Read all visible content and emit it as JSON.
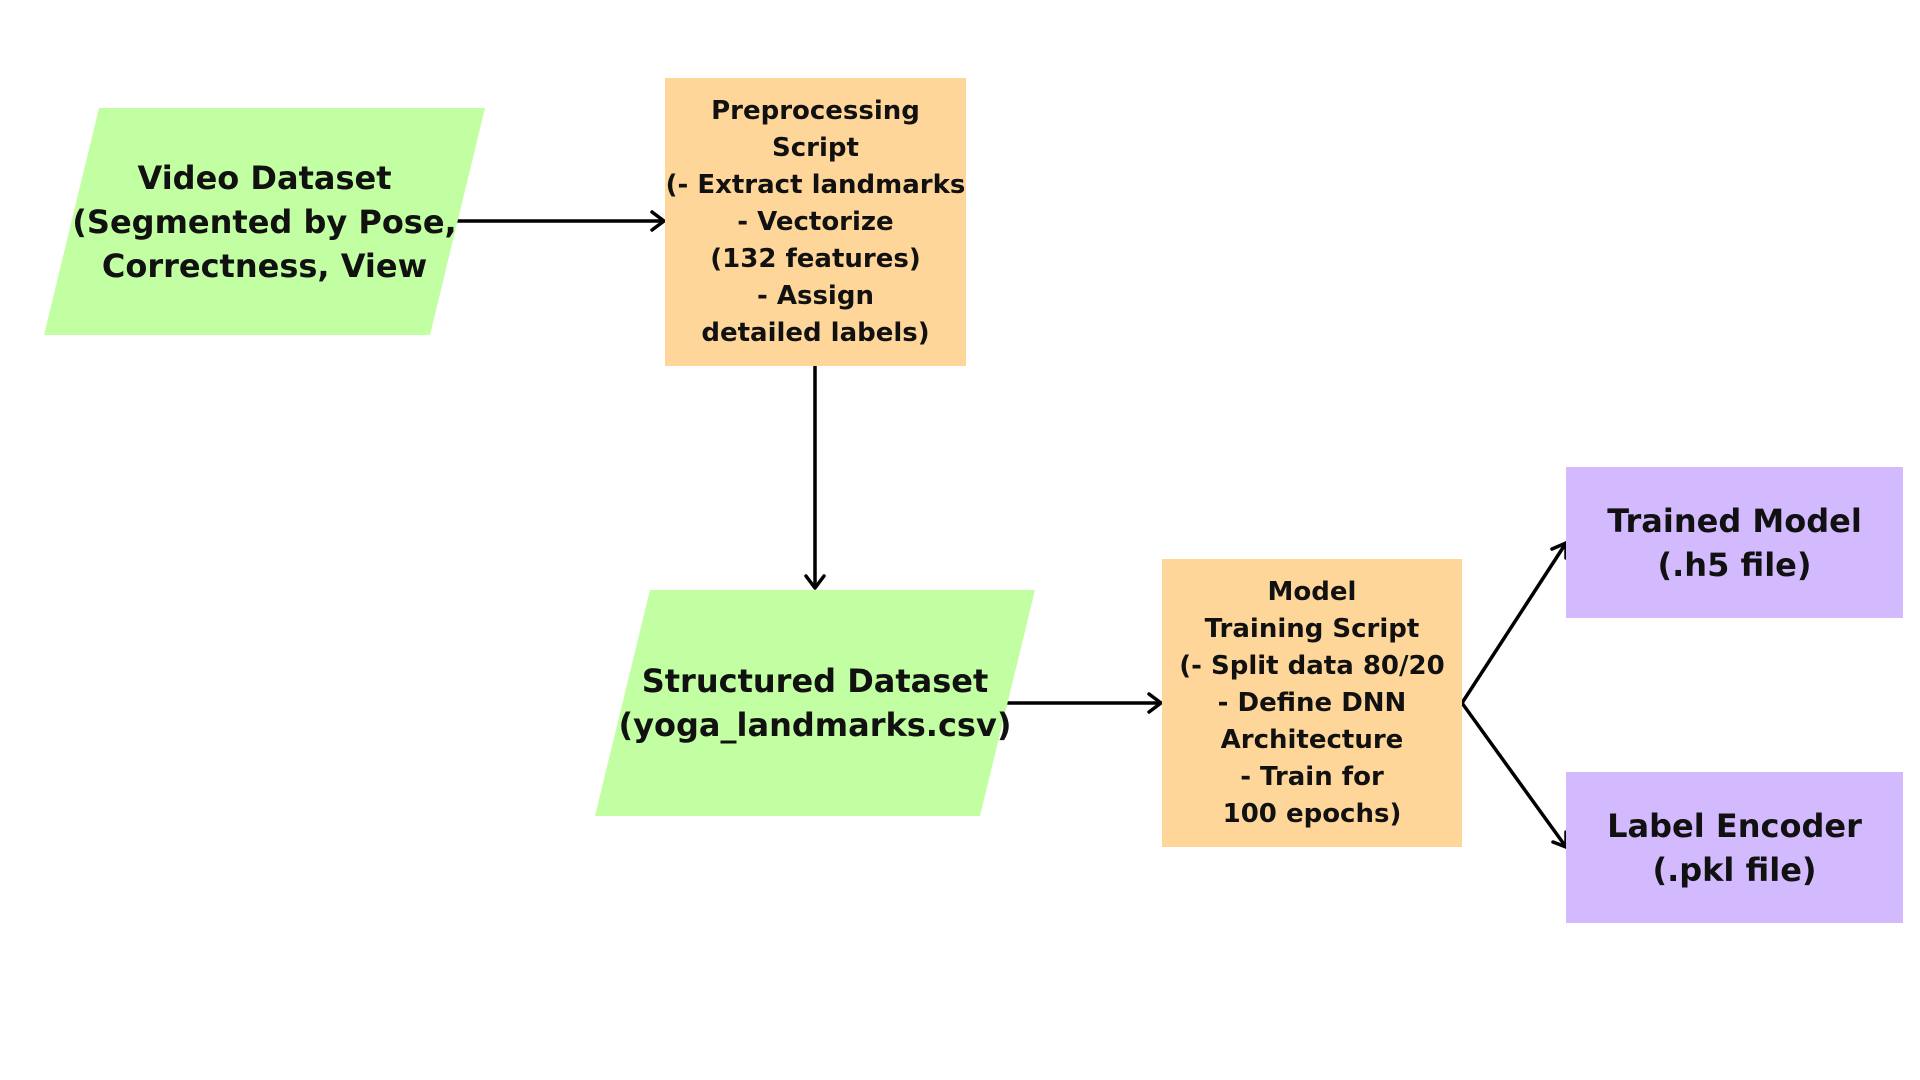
{
  "diagram": {
    "colors": {
      "input": "#c1ffa2",
      "process": "#ffd699",
      "output": "#d3baff",
      "arrow": "#000000",
      "text": "#111111"
    },
    "nodes": {
      "video_dataset": "Video Dataset\n(Segmented by Pose,\nCorrectness, View",
      "preprocessing_script": "Preprocessing\nScript\n(- Extract landmarks\n- Vectorize\n(132 features)\n- Assign\ndetailed labels)",
      "structured_dataset": "Structured Dataset\n(yoga_landmarks.csv)",
      "model_training_script": "Model\nTraining Script\n(- Split data 80/20\n- Define DNN\nArchitecture\n- Train for\n100 epochs)",
      "trained_model": "Trained Model\n(.h5 file)",
      "label_encoder": "Label Encoder\n(.pkl file)"
    },
    "edges": [
      {
        "from": "video_dataset",
        "to": "preprocessing_script"
      },
      {
        "from": "preprocessing_script",
        "to": "structured_dataset"
      },
      {
        "from": "structured_dataset",
        "to": "model_training_script"
      },
      {
        "from": "model_training_script",
        "to": "trained_model"
      },
      {
        "from": "model_training_script",
        "to": "label_encoder"
      }
    ]
  }
}
